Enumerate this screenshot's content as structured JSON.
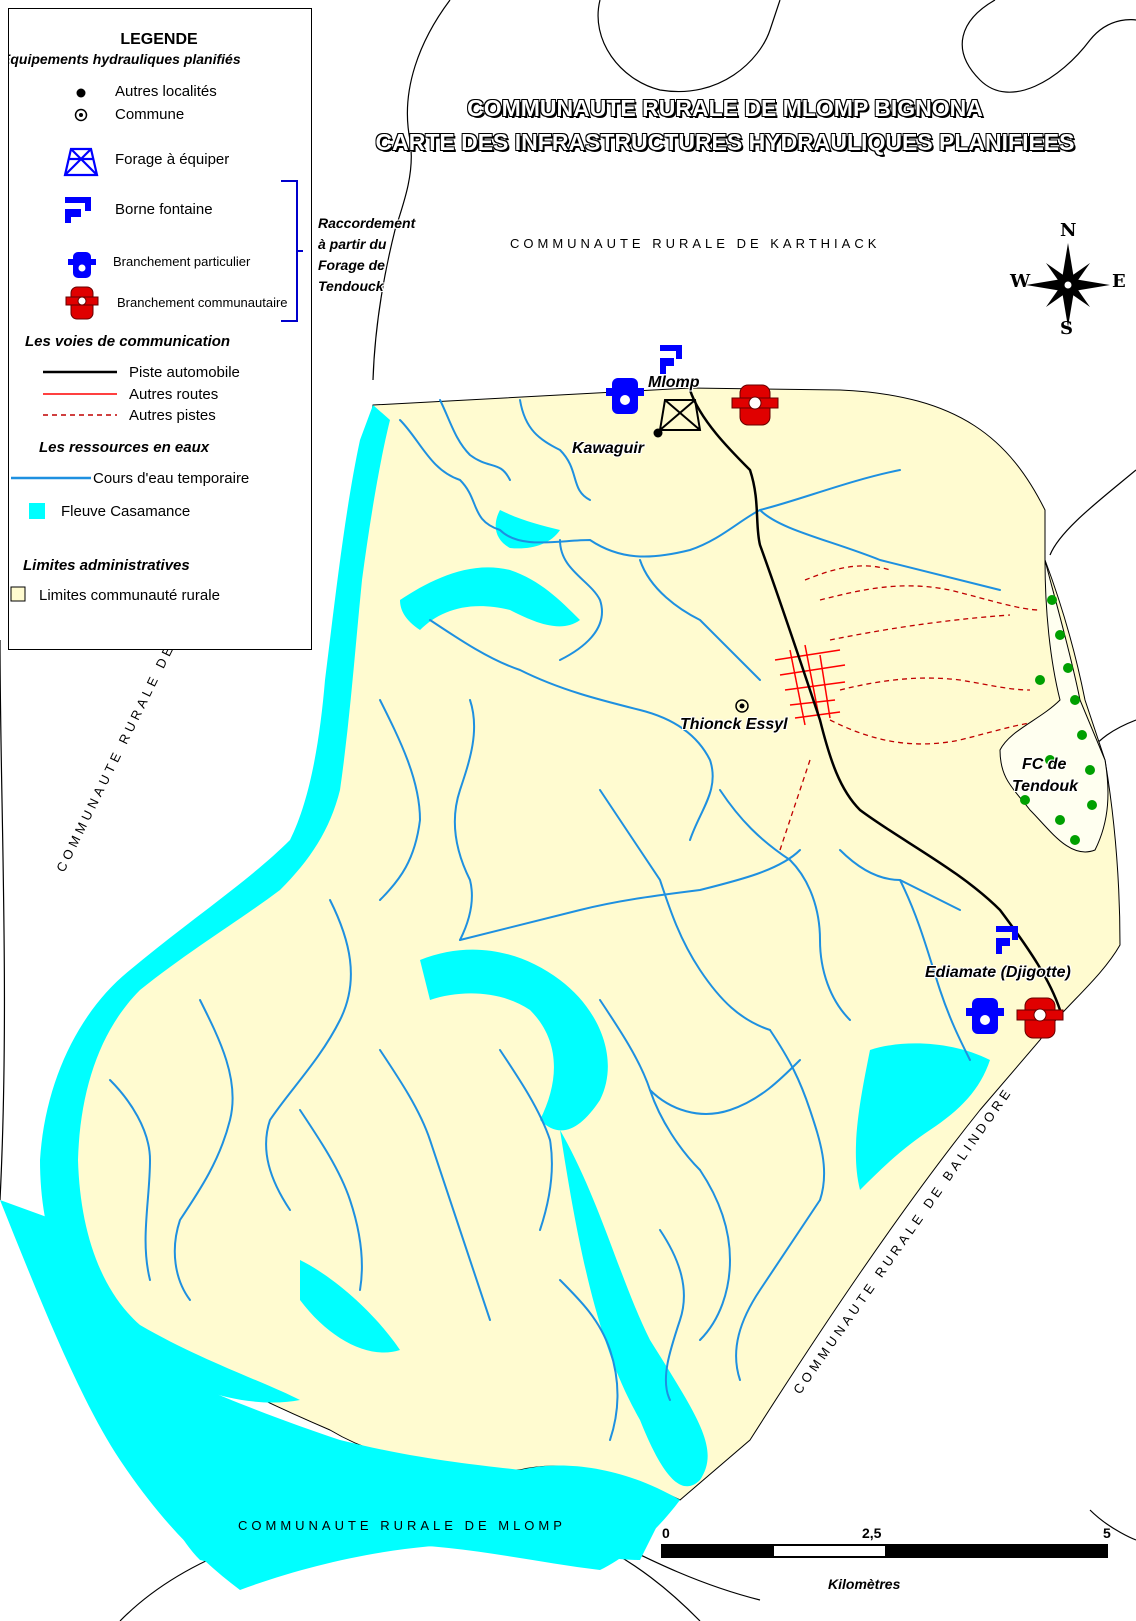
{
  "title": {
    "line1": "COMMUNAUTE RURALE DE MLOMP BIGNONA",
    "line2": "CARTE DES INFRASTRUCTURES HYDRAULIQUES PLANIFIEES"
  },
  "regions": {
    "north": "COMMUNAUTE RURALE DE KARTHIACK",
    "west": "COMMUNAUTE RURALE DE KAGOUNTINE",
    "southeast": "COMMUNAUTE RURALE DE BALINDORE",
    "south": "COMMUNAUTE RURALE DE MLOMP"
  },
  "places": {
    "mlomp": "Mlomp",
    "kawaguir": "Kawaguir",
    "thionck": "Thionck Essyl",
    "ediamate": "Ediamate (Djigotte)",
    "fc_line1": "FC de",
    "fc_line2": "Tendouk"
  },
  "legend": {
    "title": "LEGENDE",
    "subtitle": "Equipements hydrauliques planifiés",
    "autres_localites": "Autres localités",
    "commune": "Commune",
    "forage": "Forage à équiper",
    "borne": "Borne fontaine",
    "branchement_particulier": "Branchement particulier",
    "branchement_communautaire": "Branchement communautaire",
    "raccordement": [
      "Raccordement",
      "à partir du",
      "Forage de",
      "Tendouck"
    ],
    "voies_header": "Les voies de communication",
    "piste_auto": "Piste automobile",
    "autres_routes": "Autres routes",
    "autres_pistes": "Autres pistes",
    "ressources_header": "Les ressources en eaux",
    "cours_eau": "Cours d'eau temporaire",
    "fleuve": "Fleuve Casamance",
    "limites_header": "Limites administratives",
    "limites": "Limites communauté rurale"
  },
  "compass": {
    "n": "N",
    "s": "S",
    "e": "E",
    "w": "W"
  },
  "scale": {
    "ticks": [
      "0",
      "2,5",
      "5"
    ],
    "unit": "Kilomètres"
  },
  "colors": {
    "land": "#FFFBD0",
    "water": "#00FFFF",
    "stream": "#1E90E0",
    "road_red": "#FF0000",
    "piste": "#000000",
    "icon_blue": "#0000FF",
    "icon_red": "#E00000",
    "forest_green": "#00A000"
  }
}
